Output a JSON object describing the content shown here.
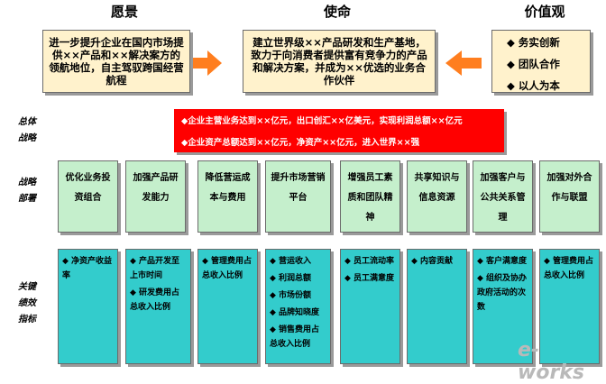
{
  "headers": {
    "vision": "愿景",
    "mission": "使命",
    "values": "价值观"
  },
  "vision_text": "进一步提升企业在国内市场提供××产品和××解决案方的领航地位，自主驾驭跨国经营航程",
  "mission_text": "建立世界级××产品研发和生产基地，致力于向消费者提供富有竞争力的产品和解决方案，并成为××优选的业务合作伙伴",
  "values_items": [
    "◆ 务实创新",
    "◆ 团队合作",
    "◆ 以人为本"
  ],
  "side_labels": {
    "overall_line1": "总体",
    "overall_line2": "战略",
    "strategy_line1": "战略",
    "strategy_line2": "部署",
    "kpi_line1": "关键",
    "kpi_line2": "绩效",
    "kpi_line3": "指标"
  },
  "overall_strategy": [
    "◆企业主营业务达到××亿元，出口创汇××亿美元，实现利润总额××亿元",
    "◆企业资产总额达到××亿元，净资产××亿元，进入世界××强"
  ],
  "strategies": [
    "优化业务投资组合",
    "加强产品研发能力",
    "降低营运成本与费用",
    "提升市场营销平台",
    "增强员工素质和团队精神",
    "共享知识与信息资源",
    "加强客户与公共关系管理",
    "加强对外合作与联盟"
  ],
  "kpis": [
    [
      "◆ 净资产收益率"
    ],
    [
      "◆ 产品开发至上市时间",
      "◆ 研发费用占总收入比例"
    ],
    [
      "◆ 管理费用占总收入比例"
    ],
    [
      "◆ 营运收入",
      "◆ 利润总额",
      "◆ 市场份额",
      "◆ 品牌知晓度",
      "◆ 销售费用占总收入比例"
    ],
    [
      "◆ 员工流动率",
      "◆ 员工满意度"
    ],
    [
      "◆ 内容贡献"
    ],
    [
      "◆ 客户满意度",
      "◆ 组织及协办政府活动的次数"
    ],
    [
      "◆ 管理费用占总收入比例"
    ]
  ],
  "watermark": "e-works",
  "colors": {
    "top_box": "#fff2cc",
    "arrow": "#ff7e1f",
    "overall_box": "#ff0000",
    "strategy_box": "#c5efcc",
    "kpi_box": "#33cccc"
  }
}
